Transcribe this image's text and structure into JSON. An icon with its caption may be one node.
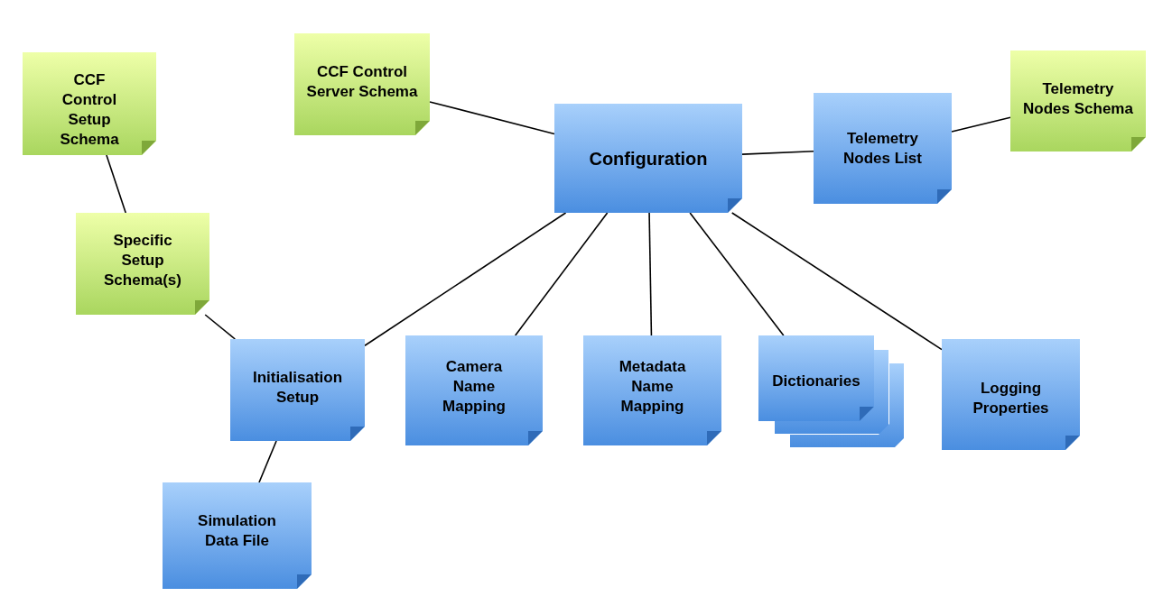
{
  "diagram": {
    "nodes": [
      {
        "text": [
          "CCF Control Setup Schema"
        ]
      },
      {
        "text": [
          "CCF Control Server Schema"
        ]
      },
      {
        "text": [
          "Configuration"
        ]
      },
      {
        "text": [
          "Telemetry Nodes List"
        ]
      },
      {
        "text": [
          "Telemetry Nodes Schema"
        ]
      },
      {
        "text": [
          "Specific Setup Schema(s)"
        ]
      },
      {
        "text": [
          "Initialisation Setup"
        ]
      },
      {
        "text": [
          "Camera Name Mapping"
        ]
      },
      {
        "text": [
          "Metadata Name Mapping"
        ]
      },
      {
        "text": [
          "Dictionaries"
        ]
      },
      {
        "text": [
          "Logging Properties"
        ]
      },
      {
        "text": [
          "Simulation Data File"
        ]
      }
    ],
    "edges": [
      {
        "from": 0,
        "to": 5,
        "arrow": "none"
      },
      {
        "from": 1,
        "to": 2,
        "arrow": "none"
      },
      {
        "from": 2,
        "to": 3,
        "arrow": "none"
      },
      {
        "from": 3,
        "to": 4,
        "arrow": "none"
      },
      {
        "from": 5,
        "to": 6,
        "arrow": "none"
      },
      {
        "from": 2,
        "to": 6,
        "arrow": "none"
      },
      {
        "from": 2,
        "to": 7,
        "arrow": "none"
      },
      {
        "from": 2,
        "to": 8,
        "arrow": "none"
      },
      {
        "from": 2,
        "to": 9,
        "arrow": "none"
      },
      {
        "from": 2,
        "to": 10,
        "arrow": "none"
      },
      {
        "from": 6,
        "to": 11,
        "arrow": "none"
      }
    ]
  }
}
